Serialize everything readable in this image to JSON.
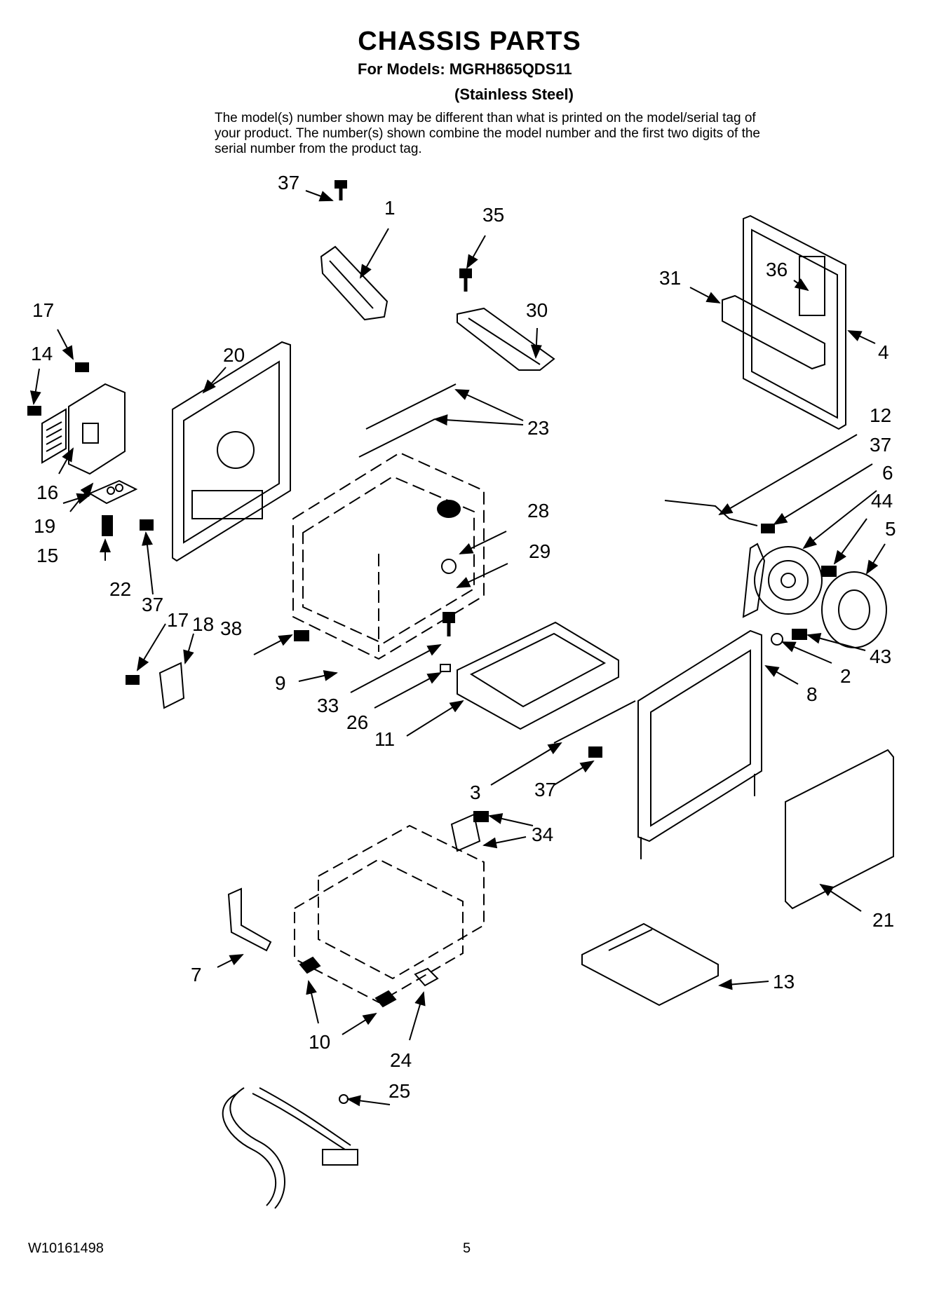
{
  "header": {
    "title": "CHASSIS PARTS",
    "models_line": "For Models: MGRH865QDS11",
    "material_line": "(Stainless Steel)",
    "note": "The model(s) number shown may be different than what is printed on the model/serial tag of your product. The number(s) shown combine the model number and the first two digits of the serial number from the product tag."
  },
  "footer": {
    "part_number": "W10161498",
    "page_number": "5"
  },
  "callouts": [
    {
      "id": "c37a",
      "label": "37"
    },
    {
      "id": "c1",
      "label": "1"
    },
    {
      "id": "c35",
      "label": "35"
    },
    {
      "id": "c31",
      "label": "31"
    },
    {
      "id": "c36",
      "label": "36"
    },
    {
      "id": "c4",
      "label": "4"
    },
    {
      "id": "c17a",
      "label": "17"
    },
    {
      "id": "c14",
      "label": "14"
    },
    {
      "id": "c20",
      "label": "20"
    },
    {
      "id": "c30",
      "label": "30"
    },
    {
      "id": "c23",
      "label": "23"
    },
    {
      "id": "c12",
      "label": "12"
    },
    {
      "id": "c37b",
      "label": "37"
    },
    {
      "id": "c6",
      "label": "6"
    },
    {
      "id": "c16",
      "label": "16"
    },
    {
      "id": "c19",
      "label": "19"
    },
    {
      "id": "c15",
      "label": "15"
    },
    {
      "id": "c28",
      "label": "28"
    },
    {
      "id": "c44",
      "label": "44"
    },
    {
      "id": "c5",
      "label": "5"
    },
    {
      "id": "c29",
      "label": "29"
    },
    {
      "id": "c22",
      "label": "22"
    },
    {
      "id": "c37c",
      "label": "37"
    },
    {
      "id": "c17b",
      "label": "17"
    },
    {
      "id": "c18",
      "label": "18"
    },
    {
      "id": "c38",
      "label": "38"
    },
    {
      "id": "c43",
      "label": "43"
    },
    {
      "id": "c2",
      "label": "2"
    },
    {
      "id": "c9",
      "label": "9"
    },
    {
      "id": "c8",
      "label": "8"
    },
    {
      "id": "c33",
      "label": "33"
    },
    {
      "id": "c26",
      "label": "26"
    },
    {
      "id": "c11",
      "label": "11"
    },
    {
      "id": "c3",
      "label": "3"
    },
    {
      "id": "c37d",
      "label": "37"
    },
    {
      "id": "c34",
      "label": "34"
    },
    {
      "id": "c21",
      "label": "21"
    },
    {
      "id": "c7",
      "label": "7"
    },
    {
      "id": "c13",
      "label": "13"
    },
    {
      "id": "c10",
      "label": "10"
    },
    {
      "id": "c24",
      "label": "24"
    },
    {
      "id": "c25",
      "label": "25"
    }
  ]
}
